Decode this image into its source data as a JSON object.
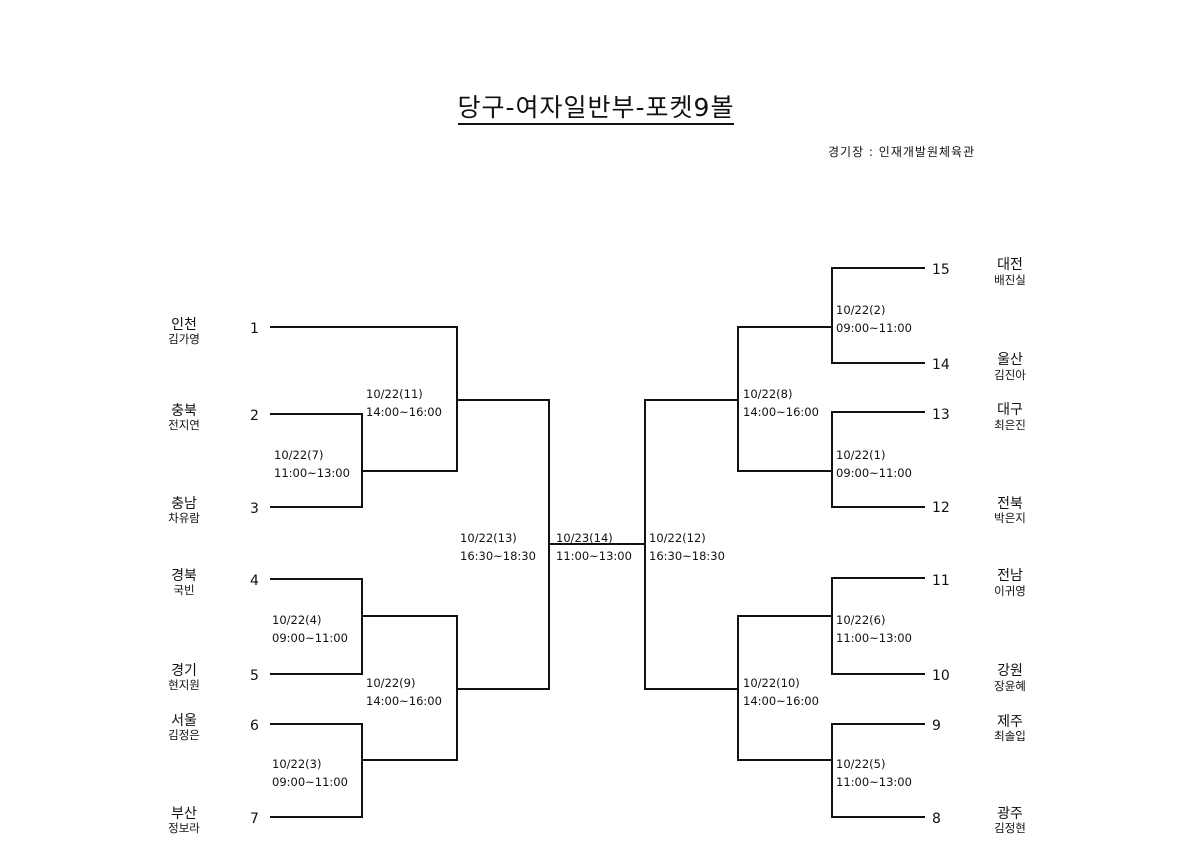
{
  "title": "당구-여자일반부-포켓9볼",
  "venue": "경기장 : 인재개발원체육관",
  "left_entries": [
    {
      "seed": "1",
      "region": "인천",
      "player": "김가영"
    },
    {
      "seed": "2",
      "region": "충북",
      "player": "전지연"
    },
    {
      "seed": "3",
      "region": "충남",
      "player": "차유람"
    },
    {
      "seed": "4",
      "region": "경북",
      "player": "국빈"
    },
    {
      "seed": "5",
      "region": "경기",
      "player": "현지원"
    },
    {
      "seed": "6",
      "region": "서울",
      "player": "김정은"
    },
    {
      "seed": "7",
      "region": "부산",
      "player": "정보라"
    }
  ],
  "right_entries": [
    {
      "seed": "15",
      "region": "대전",
      "player": "배진실"
    },
    {
      "seed": "14",
      "region": "울산",
      "player": "김진아"
    },
    {
      "seed": "13",
      "region": "대구",
      "player": "최은진"
    },
    {
      "seed": "12",
      "region": "전북",
      "player": "박은지"
    },
    {
      "seed": "11",
      "region": "전남",
      "player": "이귀영"
    },
    {
      "seed": "10",
      "region": "강원",
      "player": "장윤혜"
    },
    {
      "seed": "9",
      "region": "제주",
      "player": "최솔입"
    },
    {
      "seed": "8",
      "region": "광주",
      "player": "김정현"
    }
  ],
  "matches": {
    "m7": {
      "date": "10/22(7)",
      "time": "11:00~13:00"
    },
    "m4": {
      "date": "10/22(4)",
      "time": "09:00~11:00"
    },
    "m3": {
      "date": "10/22(3)",
      "time": "09:00~11:00"
    },
    "m11": {
      "date": "10/22(11)",
      "time": "14:00~16:00"
    },
    "m9": {
      "date": "10/22(9)",
      "time": "14:00~16:00"
    },
    "m13": {
      "date": "10/22(13)",
      "time": "16:30~18:30"
    },
    "m14": {
      "date": "10/23(14)",
      "time": "11:00~13:00"
    },
    "m12": {
      "date": "10/22(12)",
      "time": "16:30~18:30"
    },
    "m8": {
      "date": "10/22(8)",
      "time": "14:00~16:00"
    },
    "m10": {
      "date": "10/22(10)",
      "time": "14:00~16:00"
    },
    "m2": {
      "date": "10/22(2)",
      "time": "09:00~11:00"
    },
    "m1": {
      "date": "10/22(1)",
      "time": "09:00~11:00"
    },
    "m6": {
      "date": "10/22(6)",
      "time": "11:00~13:00"
    },
    "m5": {
      "date": "10/22(5)",
      "time": "11:00~13:00"
    }
  }
}
